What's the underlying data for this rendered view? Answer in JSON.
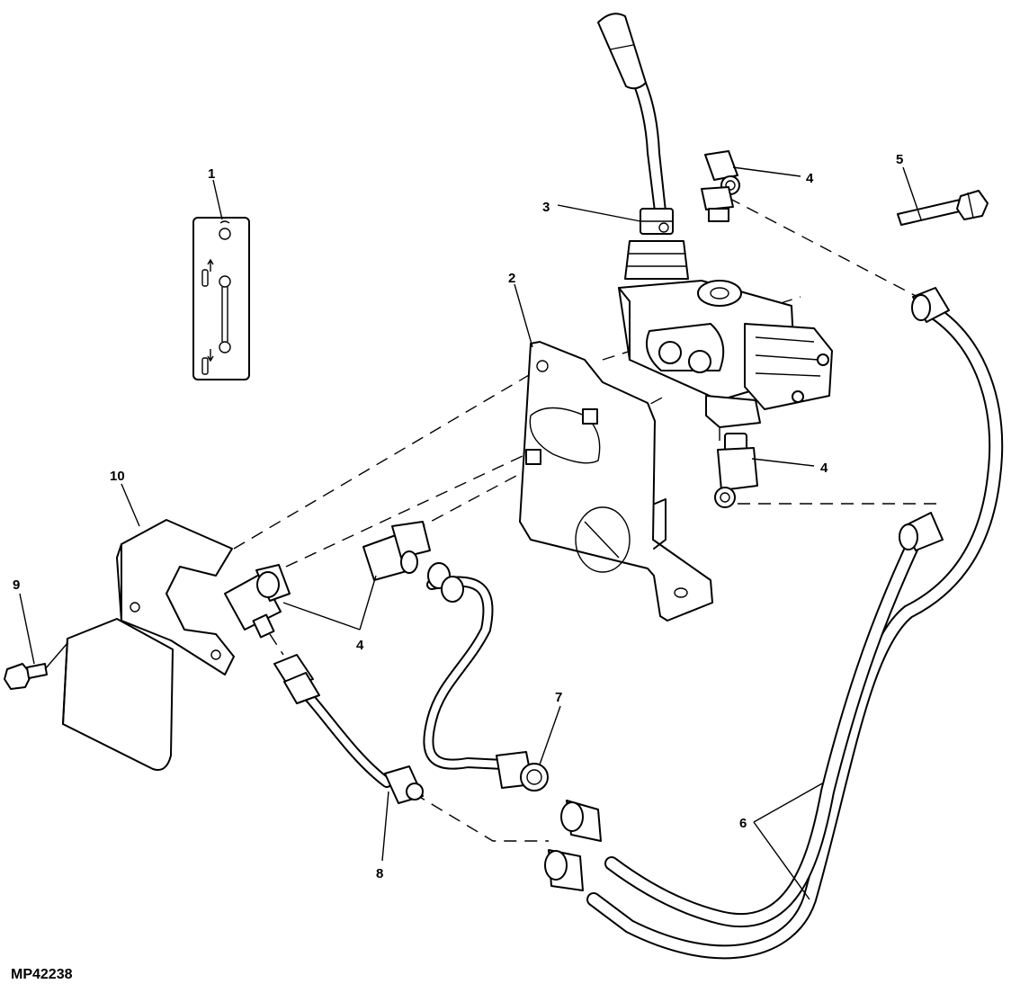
{
  "figure_code": "MP42238",
  "callouts": {
    "c1": "1",
    "c2": "2",
    "c3": "3",
    "c4a": "4",
    "c4b": "4",
    "c4c": "4",
    "c5": "5",
    "c6": "6",
    "c7": "7",
    "c8": "8",
    "c9": "9",
    "c10": "10"
  },
  "parts": [
    {
      "callout": "1",
      "depicts": "decal-icon"
    },
    {
      "callout": "2",
      "depicts": "mounting-bracket-icon"
    },
    {
      "callout": "3",
      "depicts": "control-valve-icon"
    },
    {
      "callout": "4",
      "depicts": "elbow-fitting-icon"
    },
    {
      "callout": "5",
      "depicts": "bolt-icon"
    },
    {
      "callout": "6",
      "depicts": "hydraulic-hose-icon"
    },
    {
      "callout": "7",
      "depicts": "adapter-fitting-icon"
    },
    {
      "callout": "8",
      "depicts": "tube-fitting-icon"
    },
    {
      "callout": "9",
      "depicts": "cap-screw-icon"
    },
    {
      "callout": "10",
      "depicts": "shield-icon"
    }
  ]
}
